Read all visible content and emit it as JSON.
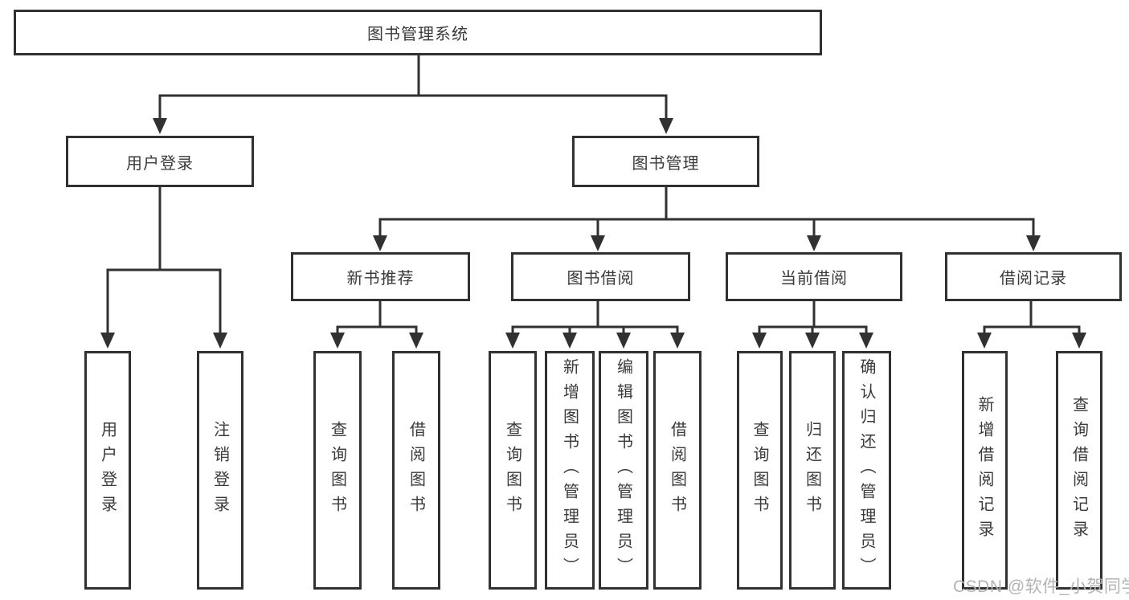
{
  "colors": {
    "line": "#313131",
    "text": "#3a3a3a",
    "box_background": "#ffffff",
    "watermark": "#b3b3b3"
  },
  "diagram": {
    "root": {
      "label": "图书管理系统"
    },
    "children": [
      {
        "label": "用户登录",
        "children": [
          {
            "label": "用户登录"
          },
          {
            "label": "注销登录"
          }
        ]
      },
      {
        "label": "图书管理",
        "children": [
          {
            "label": "新书推荐",
            "children": [
              {
                "label": "查询图书"
              },
              {
                "label": "借阅图书"
              }
            ]
          },
          {
            "label": "图书借阅",
            "children": [
              {
                "label": "查询图书"
              },
              {
                "label": "新增图书（管理员）"
              },
              {
                "label": "编辑图书（管理员）"
              },
              {
                "label": "借阅图书"
              }
            ]
          },
          {
            "label": "当前借阅",
            "children": [
              {
                "label": "查询图书"
              },
              {
                "label": "归还图书"
              },
              {
                "label": "确认归还（管理员）"
              }
            ]
          },
          {
            "label": "借阅记录",
            "children": [
              {
                "label": "新增借阅记录"
              },
              {
                "label": "查询借阅记录"
              }
            ]
          }
        ]
      }
    ]
  },
  "watermark": {
    "text": "CSDN @软件_小贺同学"
  }
}
